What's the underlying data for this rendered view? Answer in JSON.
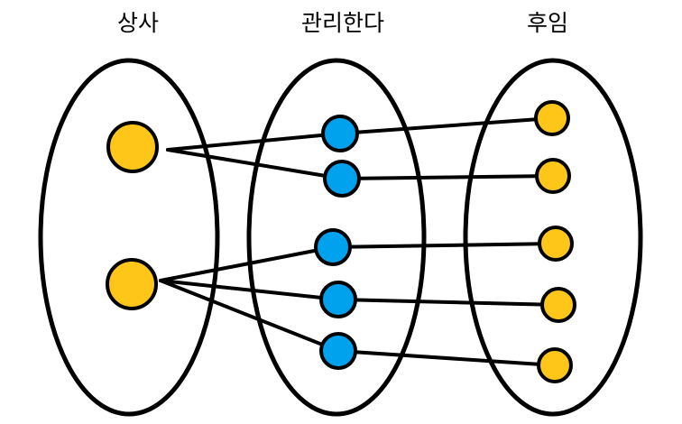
{
  "colors": {
    "outline": "#000000",
    "superior_node": "#FFC61A",
    "relation_node": "#00A2ED",
    "successor_node": "#FFC61A",
    "background": "#FFFFFF"
  },
  "groups": [
    {
      "id": "superior",
      "label": "상사"
    },
    {
      "id": "manages",
      "label": "관리한다"
    },
    {
      "id": "successor",
      "label": "후임"
    }
  ],
  "nodes": {
    "superior": [
      "s1",
      "s2"
    ],
    "manages": [
      "m1",
      "m2",
      "m3",
      "m4",
      "m5"
    ],
    "successor": [
      "t1",
      "t2",
      "t3",
      "t4",
      "t5"
    ]
  },
  "edges": [
    [
      "s1",
      "m1"
    ],
    [
      "s1",
      "m2"
    ],
    [
      "s2",
      "m3"
    ],
    [
      "s2",
      "m4"
    ],
    [
      "s2",
      "m5"
    ],
    [
      "m1",
      "t1"
    ],
    [
      "m2",
      "t2"
    ],
    [
      "m3",
      "t3"
    ],
    [
      "m4",
      "t4"
    ],
    [
      "m5",
      "t5"
    ]
  ]
}
